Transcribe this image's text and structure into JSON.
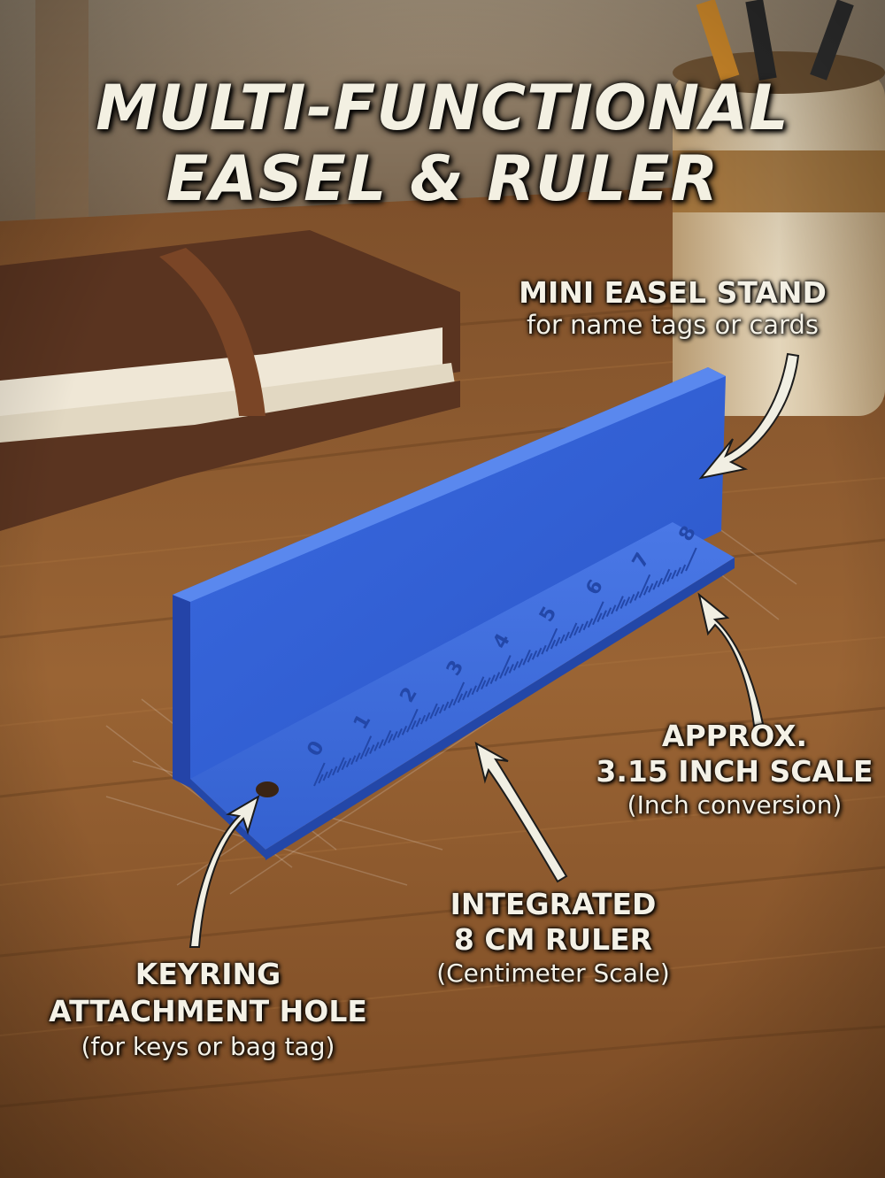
{
  "title": {
    "line1": "MULTI-FUNCTIONAL",
    "line2": "EASEL & RULER"
  },
  "callouts": {
    "easel": {
      "heading": "MINI EASEL STAND",
      "sub": "for name tags or cards"
    },
    "inch": {
      "heading1": "APPROX.",
      "heading2": "3.15 INCH SCALE",
      "sub": "(Inch conversion)"
    },
    "cm": {
      "heading1": "INTEGRATED",
      "heading2": "8 CM RULER",
      "sub": "(Centimeter Scale)"
    },
    "keyring": {
      "heading1": "KEYRING",
      "heading2": "ATTACHMENT HOLE",
      "sub": "(for keys or bag tag)"
    }
  },
  "ruler": {
    "numbers": [
      "0",
      "1",
      "2",
      "3",
      "4",
      "5",
      "6",
      "7",
      "8"
    ]
  },
  "colors": {
    "ruler_blue": "#2f5fd6",
    "ruler_blue_dark": "#2347a8",
    "wood": "#8a5a30",
    "label_text": "#f4f1e6"
  }
}
